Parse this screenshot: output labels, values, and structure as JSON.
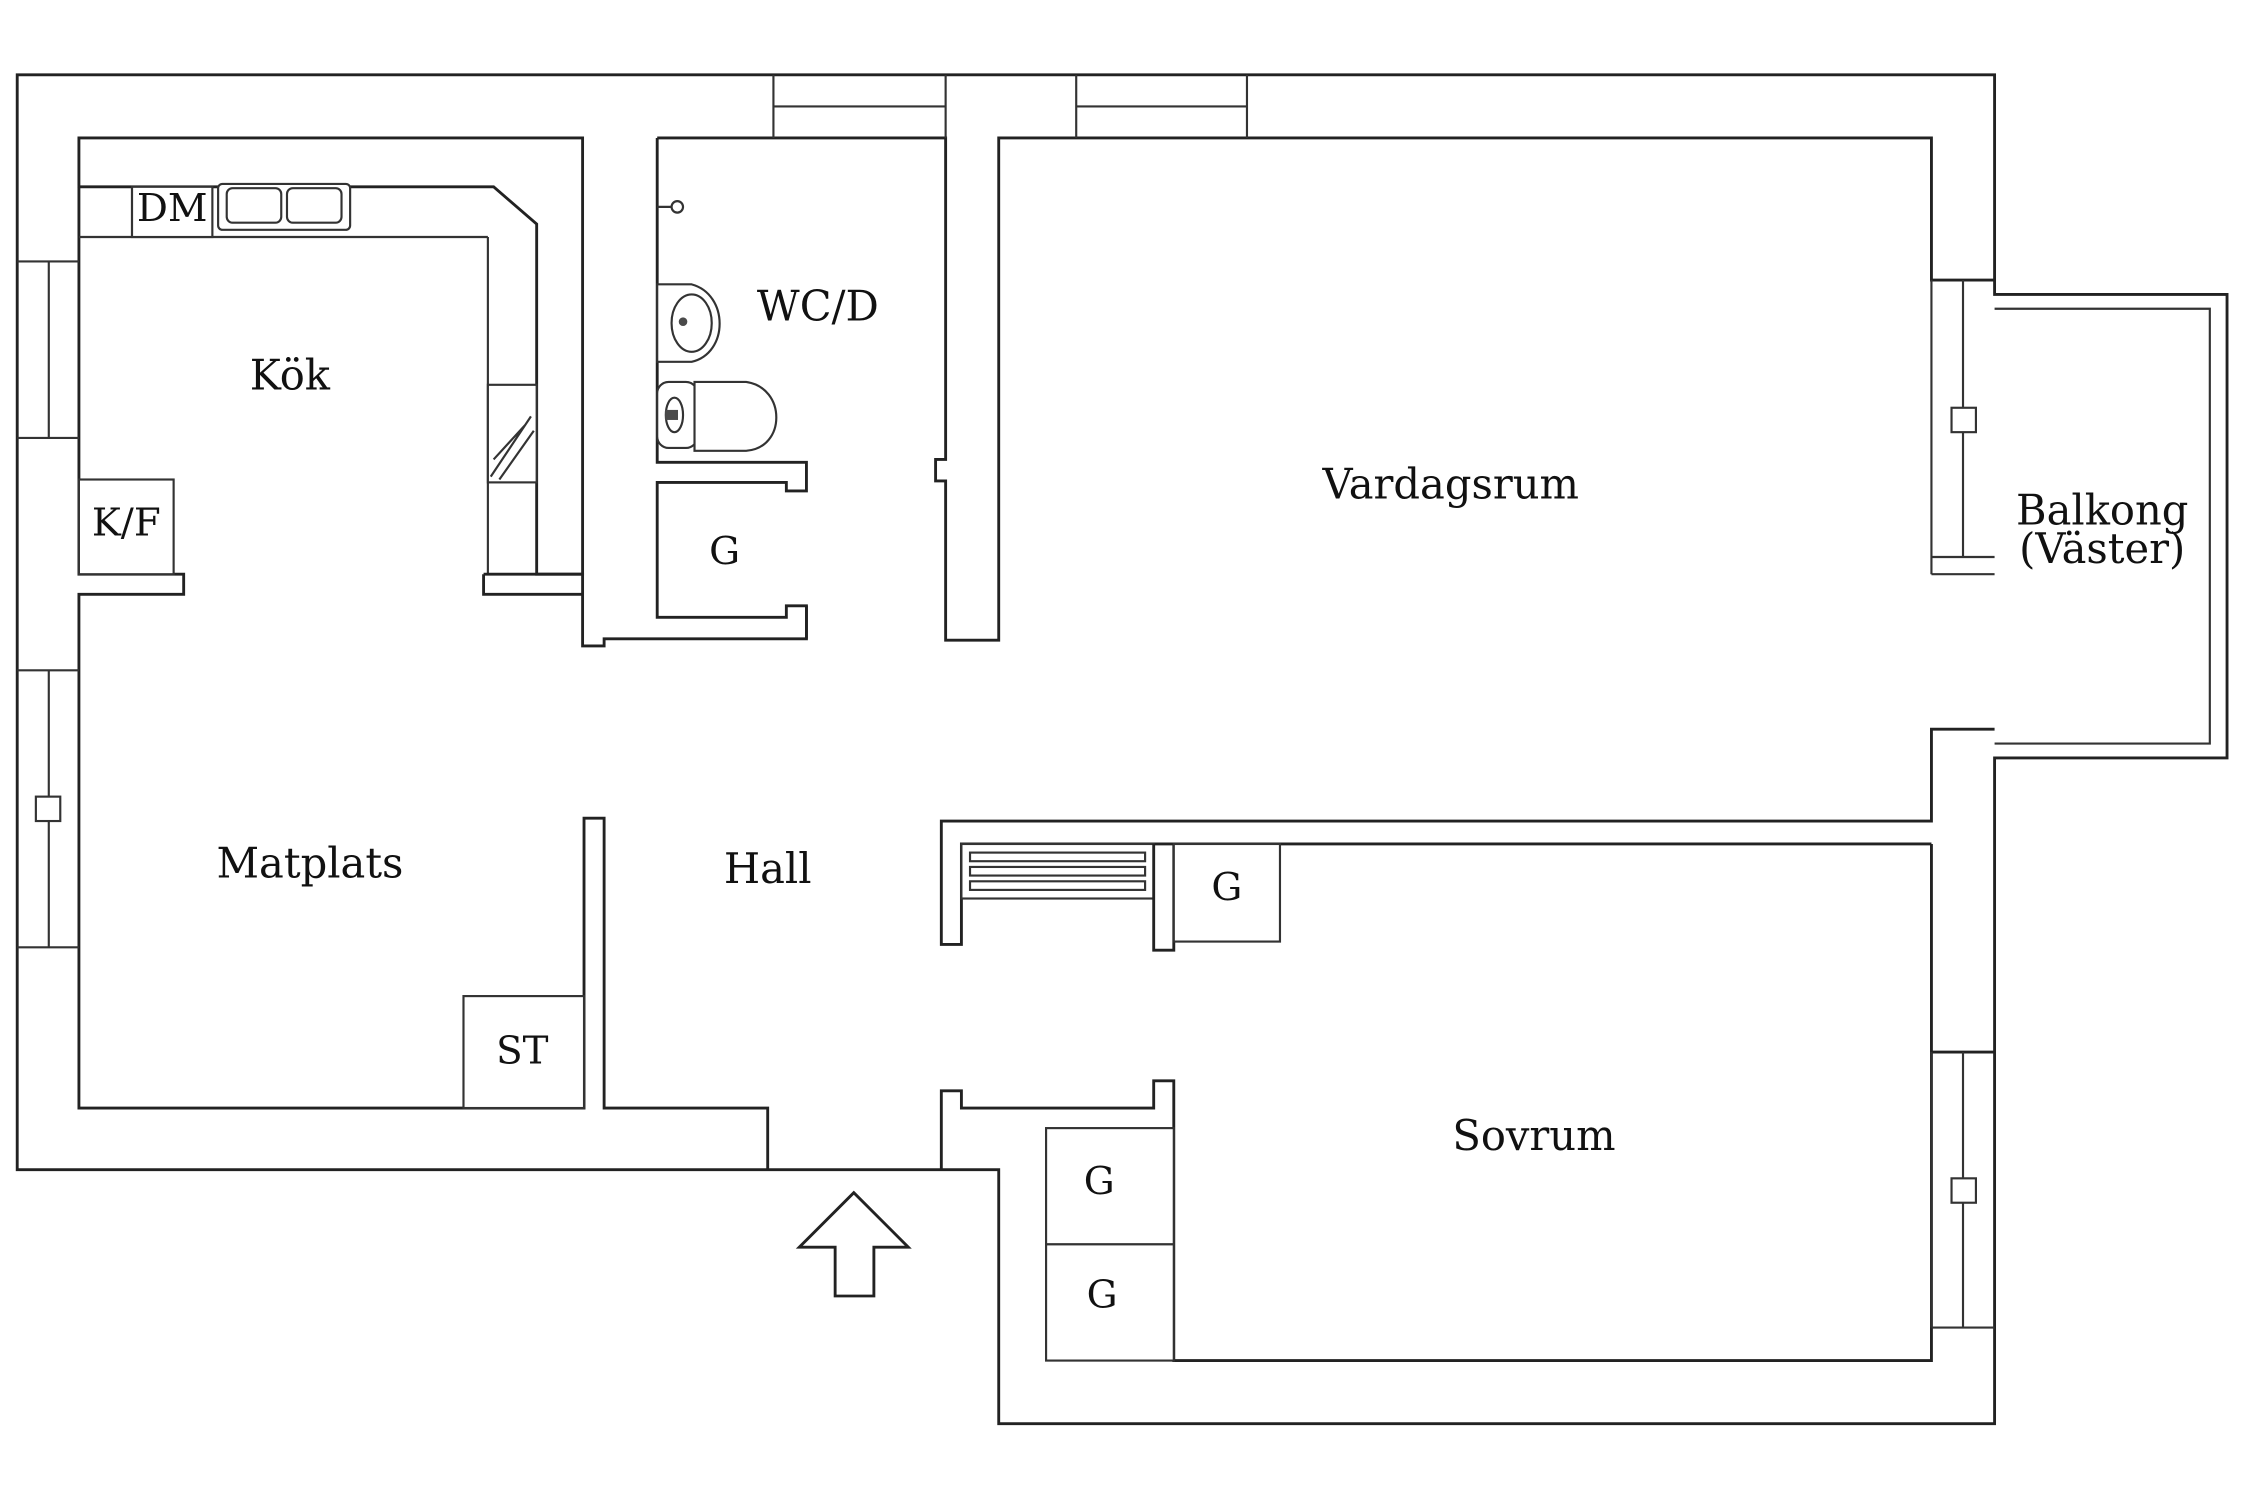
{
  "floorplan": {
    "rooms": {
      "kitchen": "Kök",
      "dining": "Matplats",
      "hall": "Hall",
      "bathroom": "WC/D",
      "living_room": "Vardagsrum",
      "balcony_line1": "Balkong",
      "balcony_line2": "(Väster)",
      "bedroom": "Sovrum"
    },
    "fixtures": {
      "dishwasher": "DM",
      "fridge_freezer": "K/F",
      "storage": "ST",
      "wardrobe_bath": "G",
      "wardrobe_hall": "G",
      "wardrobe_bedroom_1": "G",
      "wardrobe_bedroom_2": "G"
    }
  }
}
